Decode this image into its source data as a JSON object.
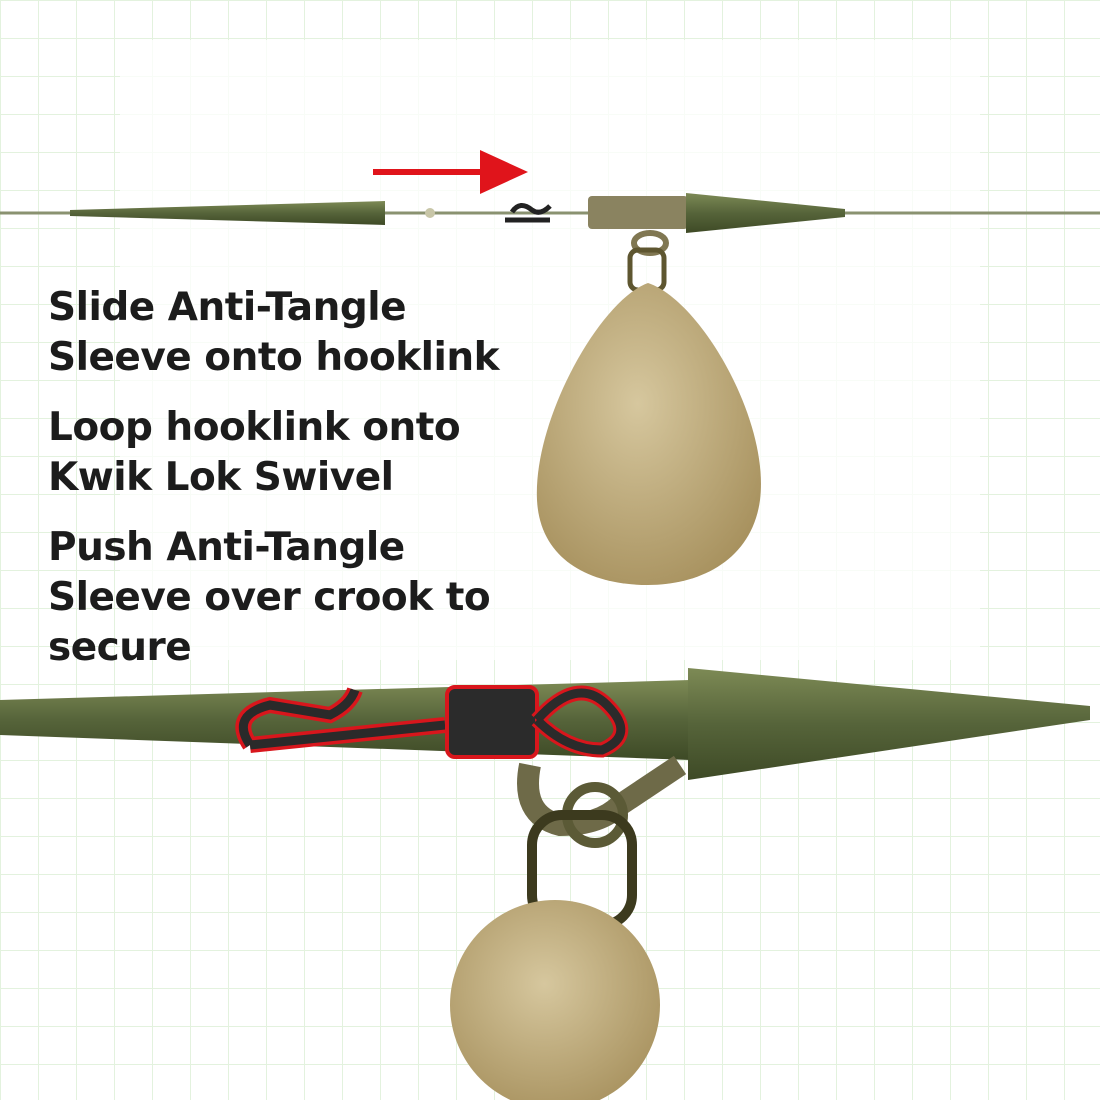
{
  "steps": [
    "Slide Anti-Tangle Sleeve onto hooklink",
    "Loop hooklink onto Kwik Lok Swivel",
    "Push Anti-Tangle Sleeve over crook to secure"
  ],
  "colors": {
    "sleeve": "#58663a",
    "arrow": "#e0141b",
    "lead": "#b9a57a",
    "highlight": "#d8161c",
    "grid": "#d9ecd2"
  }
}
